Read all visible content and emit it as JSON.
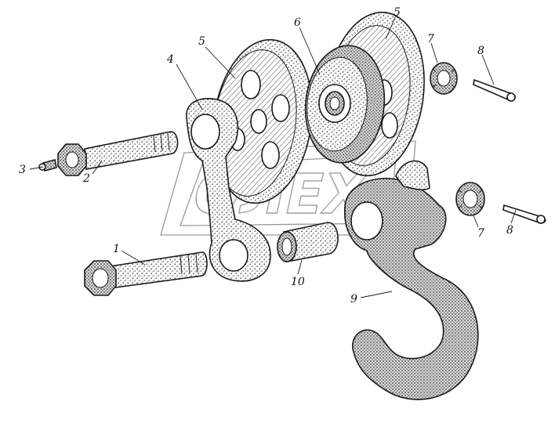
{
  "diagram": {
    "callouts": [
      {
        "id": "1",
        "text": "1"
      },
      {
        "id": "2",
        "text": "2"
      },
      {
        "id": "3",
        "text": "3"
      },
      {
        "id": "4",
        "text": "4"
      },
      {
        "id": "5a",
        "text": "5"
      },
      {
        "id": "5b",
        "text": "5"
      },
      {
        "id": "6",
        "text": "6"
      },
      {
        "id": "7a",
        "text": "7"
      },
      {
        "id": "7b",
        "text": "7"
      },
      {
        "id": "8a",
        "text": "8"
      },
      {
        "id": "8b",
        "text": "8"
      },
      {
        "id": "9",
        "text": "9"
      },
      {
        "id": "10",
        "text": "10"
      }
    ]
  },
  "colors": {
    "ink": "#1a1a1a",
    "stipple": "#b5b5b5",
    "watermark": "#9a9a9a",
    "background": "#ffffff"
  }
}
